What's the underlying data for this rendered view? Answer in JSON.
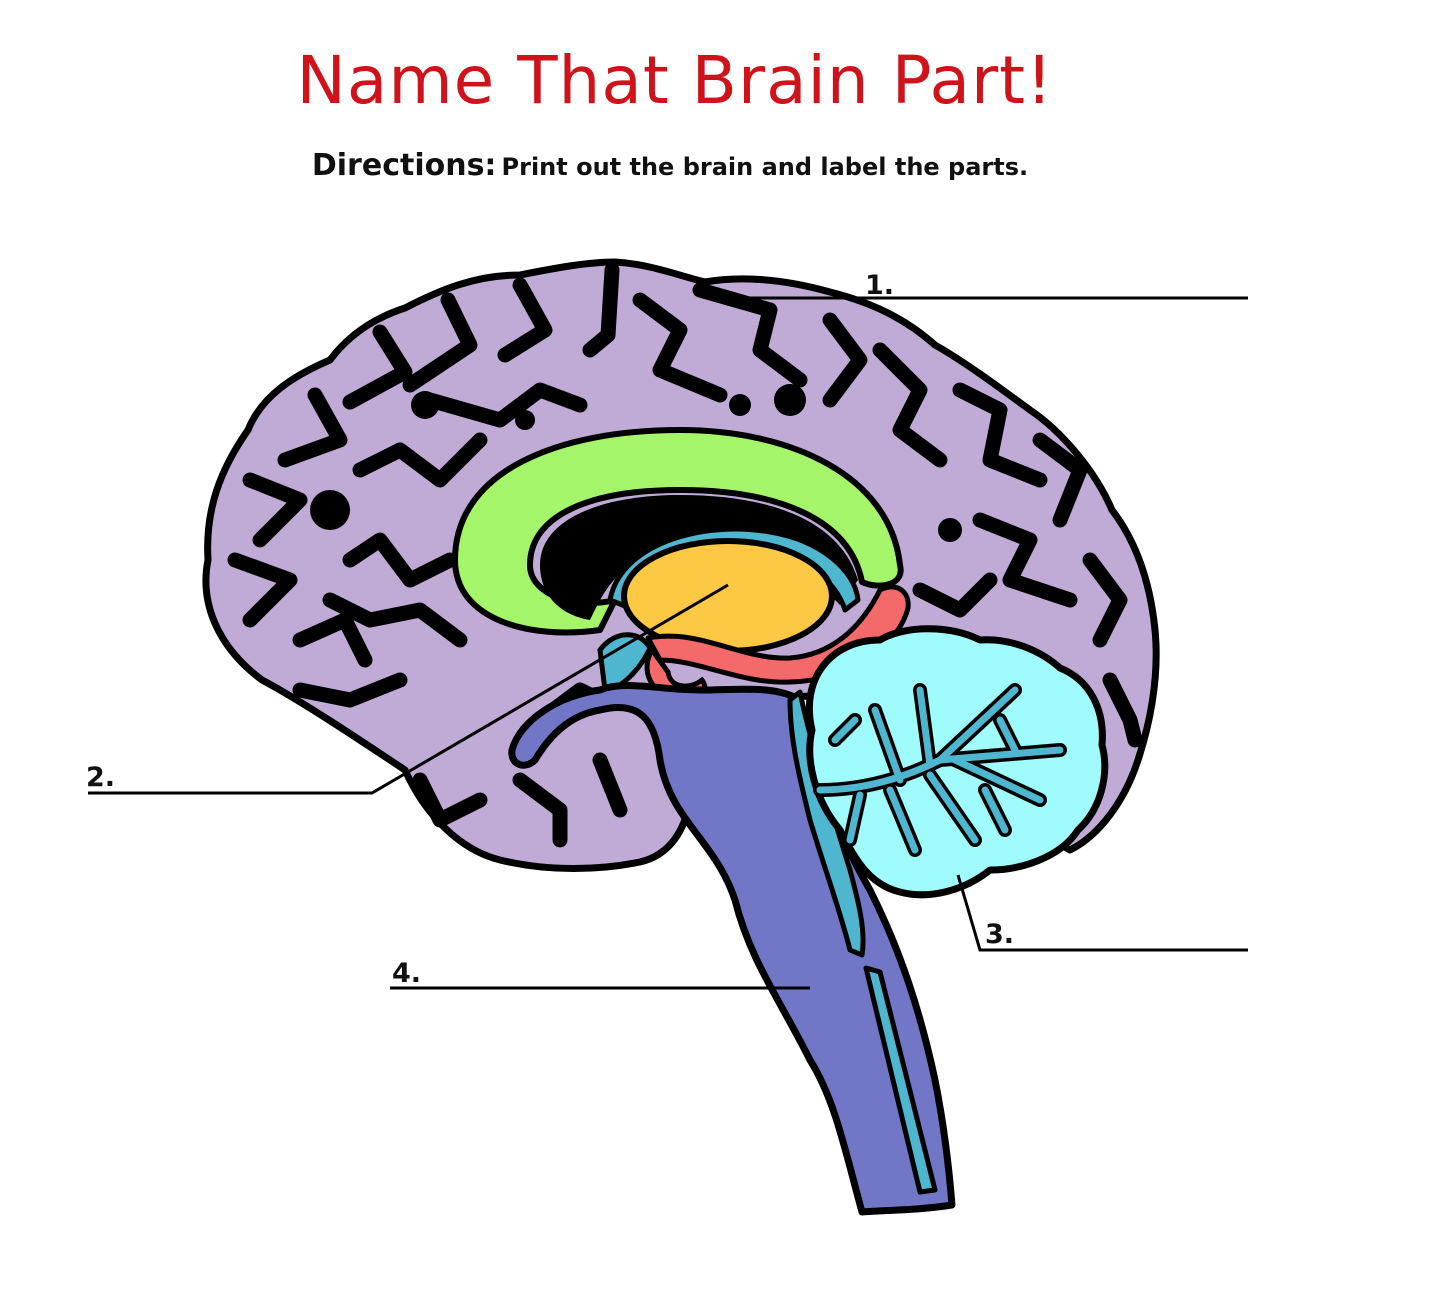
{
  "title": "Name That Brain Part!",
  "directions": {
    "lead": "Directions:",
    "text": "Print out the brain and label the parts."
  },
  "labels": [
    "1.",
    "2.",
    "3.",
    "4."
  ],
  "colors": {
    "title": "#d0131a",
    "cerebrum": "#c0aad6",
    "corpus_callosum": "#a4f56a",
    "thalamus": "#fdc843",
    "ventricle": "#4fb6cf",
    "fornix": "#f46a6a",
    "brainstem": "#7177c6",
    "cerebellum": "#9ffbfc",
    "outline": "#000000"
  }
}
